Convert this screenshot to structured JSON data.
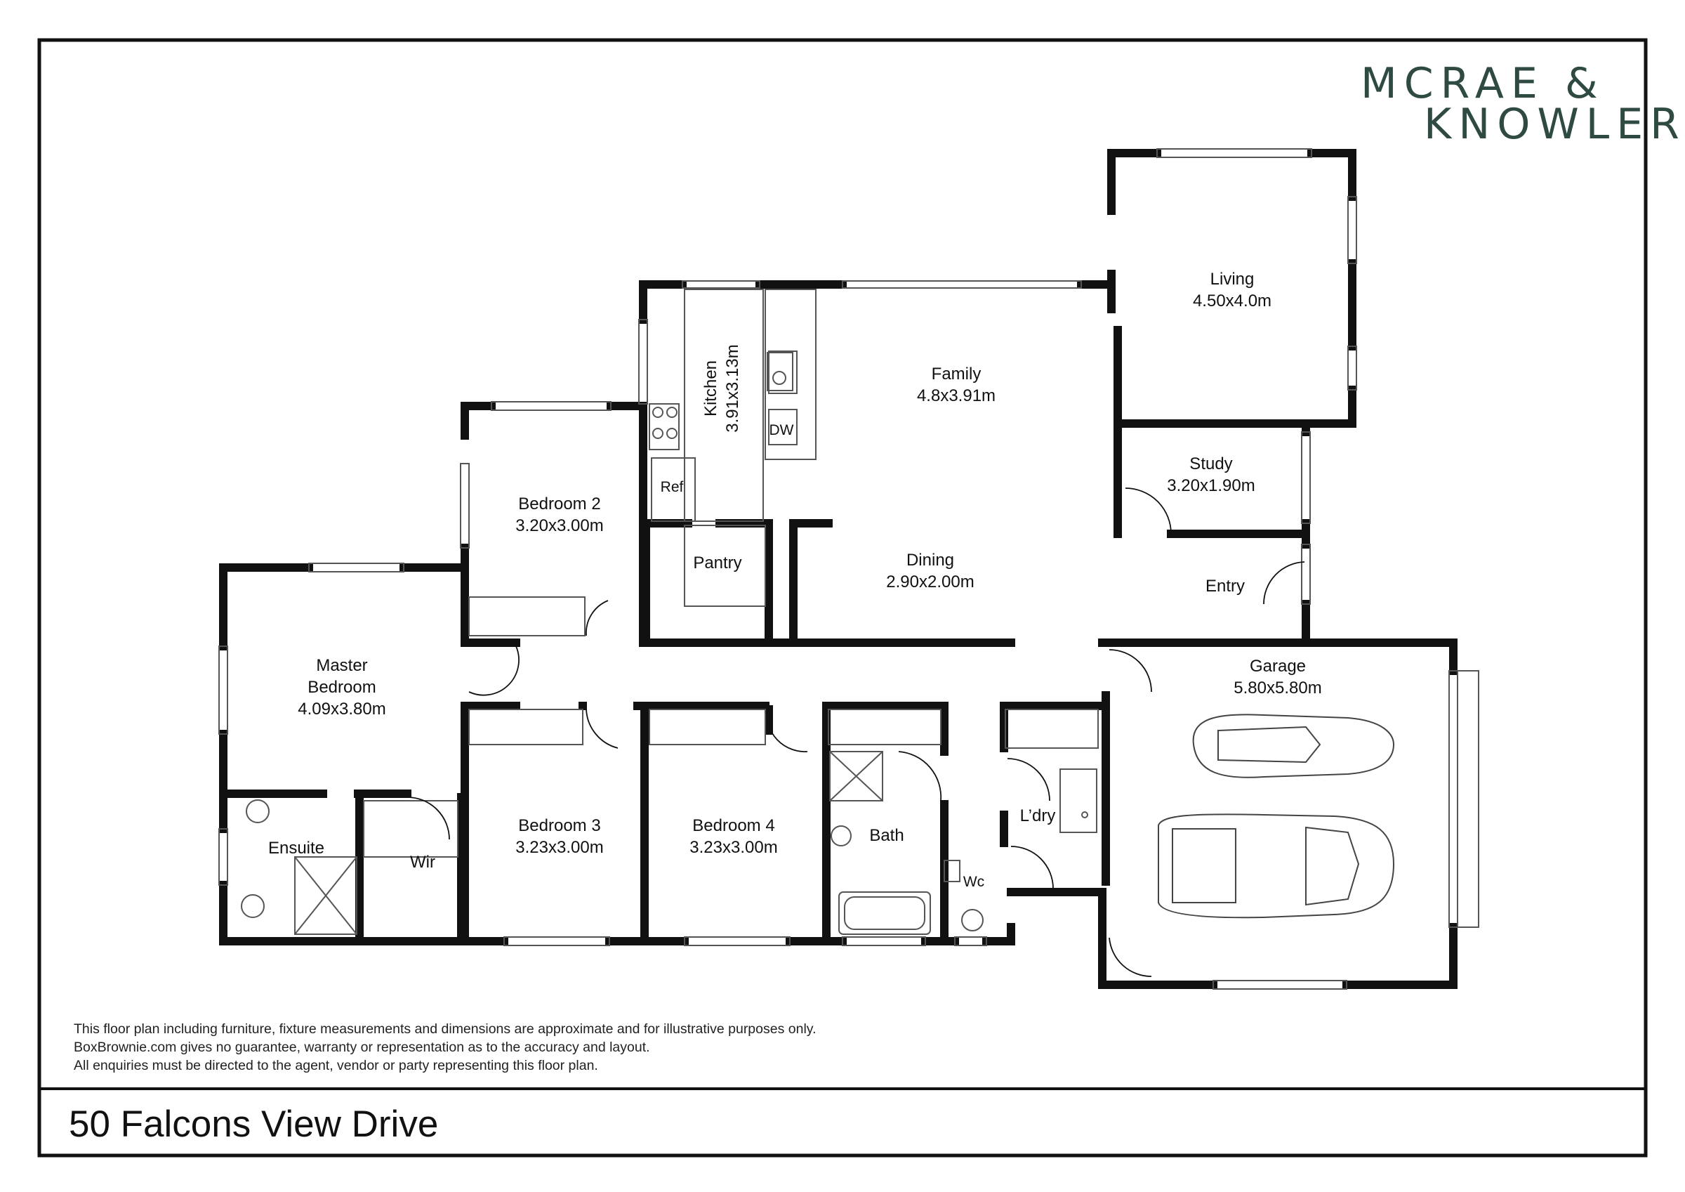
{
  "brand": {
    "line1": "MCRAE &",
    "line2": "KNOWLER",
    "color": "#2f4a43"
  },
  "rooms": {
    "living": {
      "name": "Living",
      "size": "4.50x4.0m"
    },
    "family": {
      "name": "Family",
      "size": "4.8x3.91m"
    },
    "kitchen": {
      "name": "Kitchen",
      "size": "3.91x3.13m"
    },
    "study": {
      "name": "Study",
      "size": "3.20x1.90m"
    },
    "bedroom2": {
      "name": "Bedroom 2",
      "size": "3.20x3.00m"
    },
    "pantry": {
      "name": "Pantry"
    },
    "dining": {
      "name": "Dining",
      "size": "2.90x2.00m"
    },
    "entry": {
      "name": "Entry"
    },
    "master": {
      "name1": "Master",
      "name2": "Bedroom",
      "size": "4.09x3.80m"
    },
    "garage": {
      "name": "Garage",
      "size": "5.80x5.80m"
    },
    "bedroom3": {
      "name": "Bedroom 3",
      "size": "3.23x3.00m"
    },
    "bedroom4": {
      "name": "Bedroom 4",
      "size": "3.23x3.00m"
    },
    "bath": {
      "name": "Bath"
    },
    "laundry": {
      "name": "L’dry"
    },
    "ensuite": {
      "name": "Ensuite"
    },
    "wir": {
      "name": "Wir"
    },
    "wc": {
      "name": "Wc"
    }
  },
  "fixtures": {
    "dishwasher": "DW",
    "fridge": "Ref"
  },
  "disclaimer": {
    "line1": "This floor plan including furniture, fixture measurements and dimensions are approximate and for illustrative purposes only.",
    "line2": "BoxBrownie.com gives no guarantee, warranty or representation as to the accuracy and layout.",
    "line3": "All enquiries must be directed to the agent, vendor or party representing this floor plan."
  },
  "address": "50 Falcons View Drive"
}
